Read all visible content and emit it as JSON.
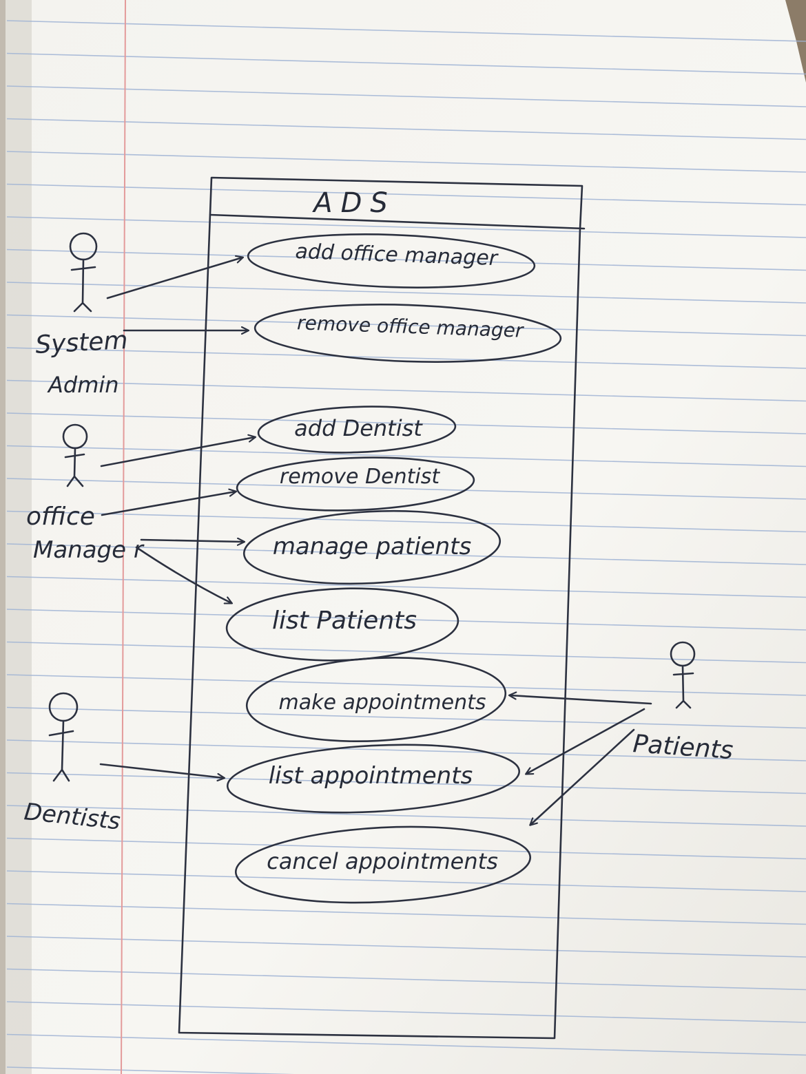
{
  "system": {
    "title": "ADS"
  },
  "actors": {
    "system_admin": {
      "line1": "System",
      "line2": "Admin"
    },
    "office_manager": {
      "line1": "office",
      "line2": "Manage r"
    },
    "dentists": {
      "label": "Dentists"
    },
    "patients": {
      "label": "Patients"
    }
  },
  "use_cases": [
    "add office manager",
    "remove office manager",
    "add Dentist",
    "remove Dentist",
    "manage patients",
    "list Patients",
    "make appointments",
    "list appointments",
    "cancel appointments"
  ],
  "colors": {
    "ink": "#2c3140",
    "paper": "#f7f6f2",
    "rule": "#9fb3d4",
    "margin": "#e39a9a"
  }
}
